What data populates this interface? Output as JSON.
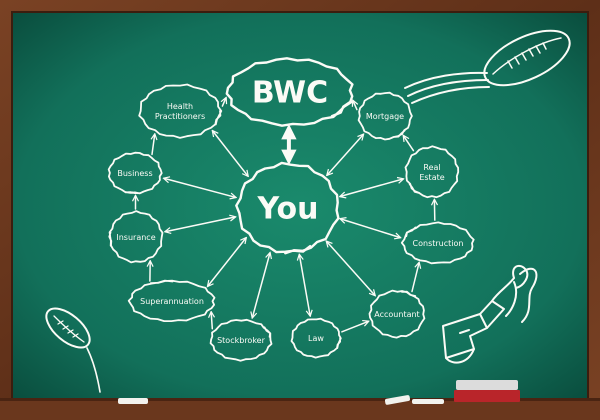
{
  "diagram": {
    "title": "BWC",
    "center": "You",
    "nodes": [
      {
        "id": "health",
        "lines": [
          "Health",
          "Practitioners"
        ]
      },
      {
        "id": "mortgage",
        "lines": [
          "Mortgage"
        ]
      },
      {
        "id": "business",
        "lines": [
          "Business"
        ]
      },
      {
        "id": "realestate",
        "lines": [
          "Real",
          "Estate"
        ]
      },
      {
        "id": "insurance",
        "lines": [
          "Insurance"
        ]
      },
      {
        "id": "construction",
        "lines": [
          "Construction"
        ]
      },
      {
        "id": "superannuation",
        "lines": [
          "Superannuation"
        ]
      },
      {
        "id": "accountant",
        "lines": [
          "Accountant"
        ]
      },
      {
        "id": "stockbroker",
        "lines": [
          "Stockbroker"
        ]
      },
      {
        "id": "law",
        "lines": [
          "Law"
        ]
      }
    ]
  },
  "colors": {
    "board": "#13705a",
    "frame": "#6e3a20",
    "chalk": "#fbfbf6",
    "eraser_top": "#d8d8d8",
    "eraser_felt": "#b9252a"
  }
}
